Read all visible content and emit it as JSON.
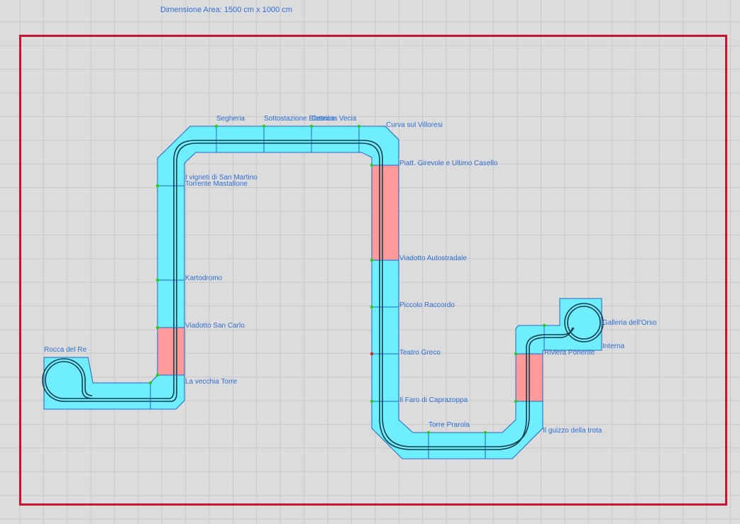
{
  "area": {
    "caption": "Dimensione Area: 1500 cm x 1000 cm"
  },
  "colors": {
    "module_fill": "#6eeeff",
    "module_alt_fill": "#ff9a9a",
    "module_border": "#2266cc",
    "area_border": "#cc1133",
    "label_text": "#2f6fd6",
    "track": "#173f4a",
    "node_ok": "#22cc22",
    "node_warn": "#cc2222"
  },
  "modules": {
    "rocca_del_re": "Rocca del Re",
    "la_vecchia_torre": "La vecchia Torre",
    "viadotto_san_carlo": "Viadotto San Carlo",
    "kartodromo": "Kartodromo",
    "torrente_mastallone": "Torrente Mastallone",
    "vigneti_san_martino": "I vigneti di San Martino",
    "segheria": "Segheria",
    "sottostazione_elettrica": "Sottostazione Elettrica",
    "cascina_vecia": "Cascina Vecia",
    "curva_villoresi": "Curva sul Villoresi",
    "piatt_girevole": "Piatt. Girevole e Ultimo Casello",
    "viadotto_autostradale": "Viadotto Autostradale",
    "piccolo_raccordo": "Piccolo Raccordo",
    "teatro_greco": "Teatro Greco",
    "faro_caprazoppa": "Il Faro di Caprazoppa",
    "torre_prarola": "Torre Prarola",
    "guizzo_trota": "Il guizzo della trota",
    "riviera_ponente": "Riviera Ponente",
    "interna": "Interna",
    "galleria_orso": "Galleria dell'Orso"
  }
}
